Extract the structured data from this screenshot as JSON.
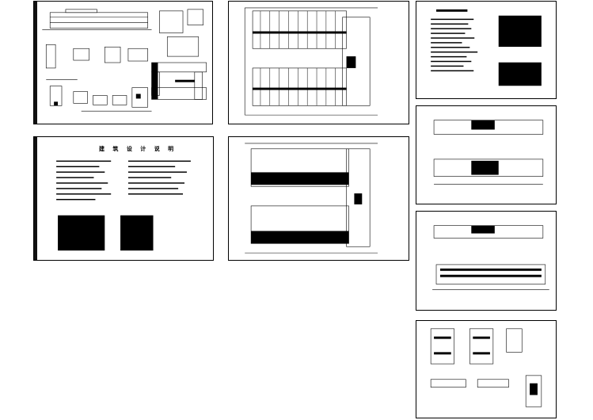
{
  "canvas": {
    "background": "#ffffff",
    "line_color": "#000000"
  },
  "sheets": [
    {
      "id": "detail-elevation-sheet",
      "kind": "details"
    },
    {
      "id": "first-floor-plan-sheet",
      "kind": "plan"
    },
    {
      "id": "design-notes-sheet-small",
      "kind": "notes"
    },
    {
      "id": "design-notes-sheet",
      "kind": "notes",
      "heading": "建 筑 设 计 说 明"
    },
    {
      "id": "second-floor-plan-sheet",
      "kind": "plan"
    },
    {
      "id": "small-plan-sheet-a",
      "kind": "plan"
    },
    {
      "id": "roof-elevation-sheet",
      "kind": "elevation"
    },
    {
      "id": "section-stair-sheet",
      "kind": "section"
    }
  ]
}
